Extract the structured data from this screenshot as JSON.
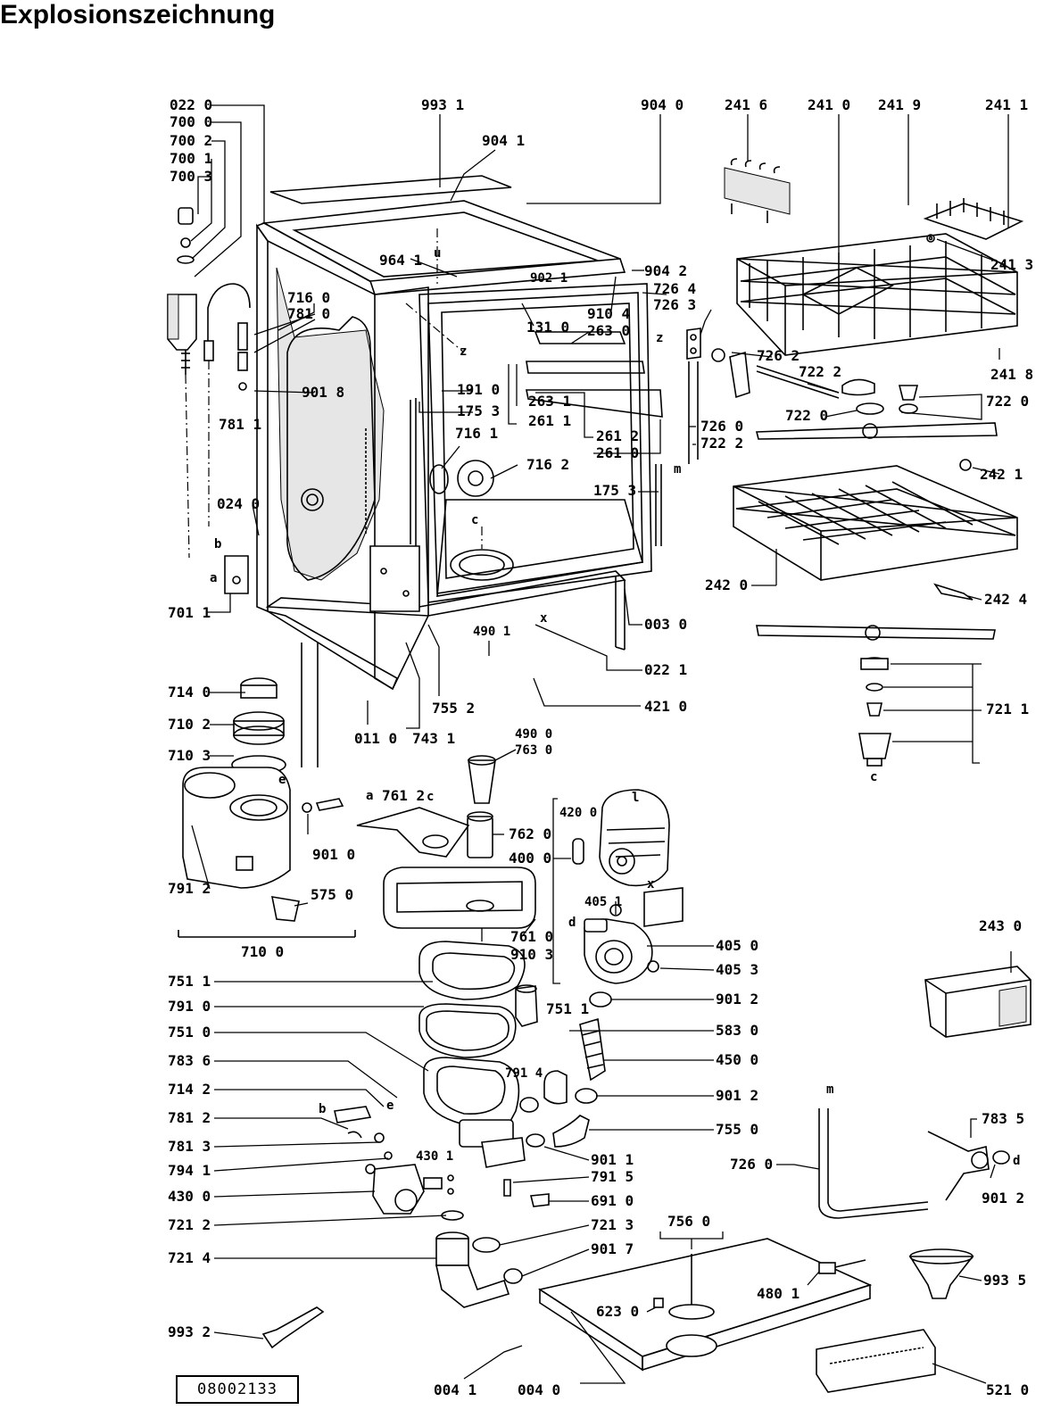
{
  "title": "Explosionszeichnung",
  "reference_number": "08002133",
  "labels": {
    "l0220": "022 0",
    "l7000": "700 0",
    "l7002": "700 2",
    "l7001": "700 1",
    "l7003": "700 3",
    "l9931": "993 1",
    "l9041": "904 1",
    "l9040": "904 0",
    "l2416": "241 6",
    "l2410": "241 0",
    "l2419": "241 9",
    "l2411": "241 1",
    "l2413": "241 3",
    "l2418": "241 8",
    "l9641": "964 1",
    "l9021": "902 1",
    "l9042": "904 2",
    "l7264": "726 4",
    "l7263": "726 3",
    "l7160": "716 0",
    "l7810": "781 0",
    "l9104": "910 4",
    "l2630": "263 0",
    "l1310": "131 0",
    "l7262": "726 2",
    "l7222a": "722 2",
    "l7220a": "722 0",
    "l7220b": "722 0",
    "l9018": "901 8",
    "l7811": "781 1",
    "l1910": "191 0",
    "l1753a": "175 3",
    "l2631": "263 1",
    "l2611": "261 1",
    "l2612": "261 2",
    "l2610": "261 0",
    "l7260a": "726 0",
    "l7222b": "722 2",
    "l7161": "716 1",
    "l7162": "716 2",
    "l1753b": "175 3",
    "l2421": "242 1",
    "l0240": "024 0",
    "l2420": "242 0",
    "l2424": "242 4",
    "l7011": "701 1",
    "l0030": "003 0",
    "l4901": "490 1",
    "l0221": "022 1",
    "l7140": "714 0",
    "l7552": "755 2",
    "l4210": "421 0",
    "l7211": "721 1",
    "l7102": "710 2",
    "l0110": "011 0",
    "l7431": "743 1",
    "l4900": "490 0",
    "l7630": "763 0",
    "l7103": "710 3",
    "l7612": "761 2",
    "l4200": "420 0",
    "l7620": "762 0",
    "l4000": "400 0",
    "l9010": "901 0",
    "l7912": "791 2",
    "l5750": "575 0",
    "l4051": "405 1",
    "l7610": "761 0",
    "l7100": "710 0",
    "l9103": "910 3",
    "l4050": "405 0",
    "l2430": "243 0",
    "l4053": "405 3",
    "l7511": "751 1",
    "l7511b": "751 1",
    "l9012a": "901 2",
    "l7910": "791 0",
    "l7510": "751 0",
    "l5830": "583 0",
    "l7836": "783 6",
    "l4500": "450 0",
    "l7914": "791 4",
    "l7142": "714 2",
    "l9012b": "901 2",
    "l7812": "781 2",
    "l7550": "755 0",
    "l7835": "783 5",
    "l7813": "781 3",
    "l4301": "430 1",
    "l9011": "901 1",
    "l7260b": "726 0",
    "l7941": "794 1",
    "l7915": "791 5",
    "l9012c": "901 2",
    "l4300": "430 0",
    "l6910": "691 0",
    "l7212": "721 2",
    "l7213": "721 3",
    "l7560": "756 0",
    "l7214": "721 4",
    "l9017": "901 7",
    "l4801": "480 1",
    "l9935": "993 5",
    "l6230": "623 0",
    "l9932": "993 2",
    "l0041": "004 1",
    "l0040": "004 0",
    "l5210": "521 0"
  },
  "letters": {
    "z1": "z",
    "z2": "z",
    "u": "u",
    "m1": "m",
    "m2": "m",
    "c1": "c",
    "c2": "c",
    "c3": "c",
    "b1": "b",
    "b2": "b",
    "a1": "a",
    "a2": "a",
    "x1": "x",
    "x2": "x",
    "e1": "e",
    "e2": "e",
    "d1": "d",
    "d2": "d",
    "l": "l"
  }
}
